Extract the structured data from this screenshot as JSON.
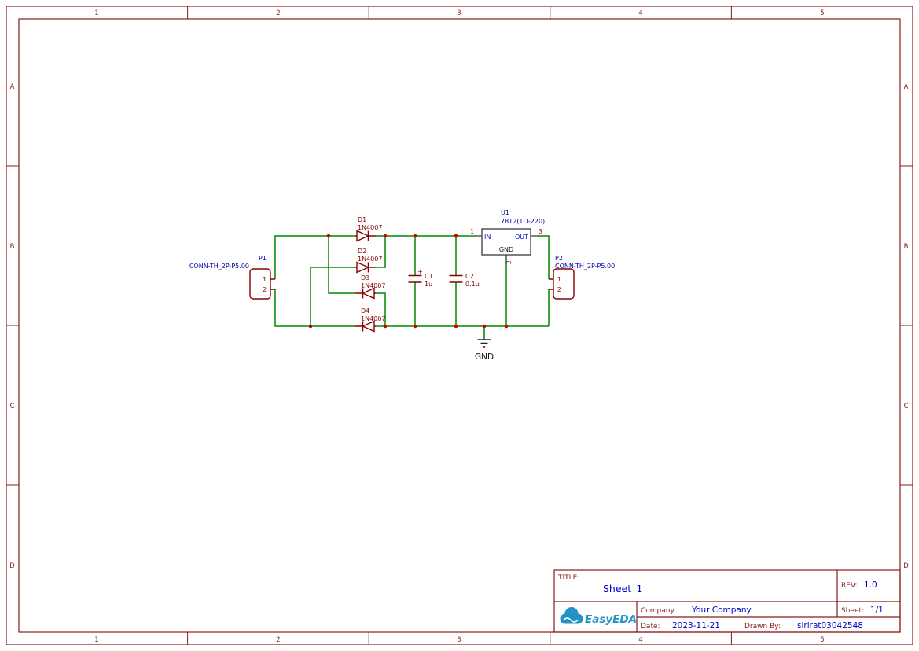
{
  "frame": {
    "columns": [
      "1",
      "2",
      "3",
      "4",
      "5"
    ],
    "rows": [
      "A",
      "B",
      "C",
      "D"
    ]
  },
  "colors": {
    "frame": "#8b1a1a",
    "wire": "#008800",
    "symbol": "#880000",
    "junction": "#cc0000",
    "navy": "#0000a0",
    "blue": "#0000cc",
    "pinnum": "#aa0000",
    "logo": "#2492c6"
  },
  "components": {
    "P1": {
      "ref": "P1",
      "value": "CONN-TH_2P-P5.00",
      "pin1": "1",
      "pin2": "2"
    },
    "P2": {
      "ref": "P2",
      "value": "CONN-TH_2P-P5.00",
      "pin1": "1",
      "pin2": "2"
    },
    "D1": {
      "ref": "D1",
      "value": "1N4007"
    },
    "D2": {
      "ref": "D2",
      "value": "1N4007"
    },
    "D3": {
      "ref": "D3",
      "value": "1N4007"
    },
    "D4": {
      "ref": "D4",
      "value": "1N4007"
    },
    "C1": {
      "ref": "C1",
      "value": "1u",
      "polarity": "+"
    },
    "C2": {
      "ref": "C2",
      "value": "0.1u"
    },
    "U1": {
      "ref": "U1",
      "value": "7812(TO-220)",
      "pin_in_name": "IN",
      "pin_out_name": "OUT",
      "pin_gnd_name": "GND",
      "pin_in_num": "1",
      "pin_gnd_num": "2",
      "pin_out_num": "3"
    }
  },
  "net": {
    "gnd_label": "GND"
  },
  "title_block": {
    "title_label": "TITLE:",
    "title": "Sheet_1",
    "rev_label": "REV:",
    "rev": "1.0",
    "company_label": "Company:",
    "company": "Your Company",
    "sheet_label": "Sheet:",
    "sheet": "1/1",
    "date_label": "Date:",
    "date": "2023-11-21",
    "drawn_by_label": "Drawn By:",
    "drawn_by": "sirirat03042548",
    "logo_text": "EasyEDA"
  }
}
